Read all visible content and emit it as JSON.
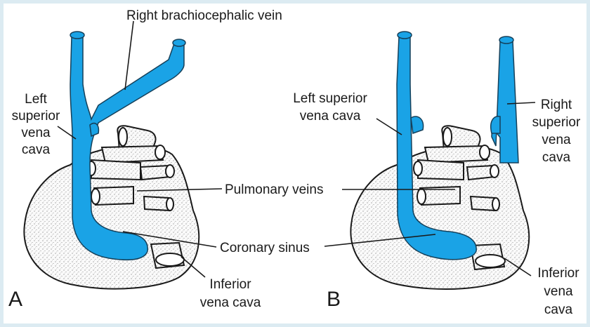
{
  "labels": {
    "right_brachiocephalic_vein": "Right brachiocephalic vein",
    "left_superior_vena_cava_a_1": "Left",
    "left_superior_vena_cava_a_2": "superior",
    "left_superior_vena_cava_a_3": "vena",
    "left_superior_vena_cava_a_4": "cava",
    "pulmonary_veins": "Pulmonary veins",
    "coronary_sinus": "Coronary sinus",
    "inferior_vena_cava_a_1": "Inferior",
    "inferior_vena_cava_a_2": "vena cava",
    "left_superior_vena_cava_b_1": "Left superior",
    "left_superior_vena_cava_b_2": "vena cava",
    "right_superior_vena_cava_1": "Right",
    "right_superior_vena_cava_2": "superior",
    "right_superior_vena_cava_3": "vena",
    "right_superior_vena_cava_4": "cava",
    "inferior_vena_cava_b_1": "Inferior",
    "inferior_vena_cava_b_2": "vena",
    "inferior_vena_cava_b_3": "cava"
  },
  "panels": {
    "a": "A",
    "b": "B"
  },
  "colors": {
    "vein": "#1aa3e6",
    "border": "#dcebf2",
    "ink": "#1a1a1a"
  }
}
